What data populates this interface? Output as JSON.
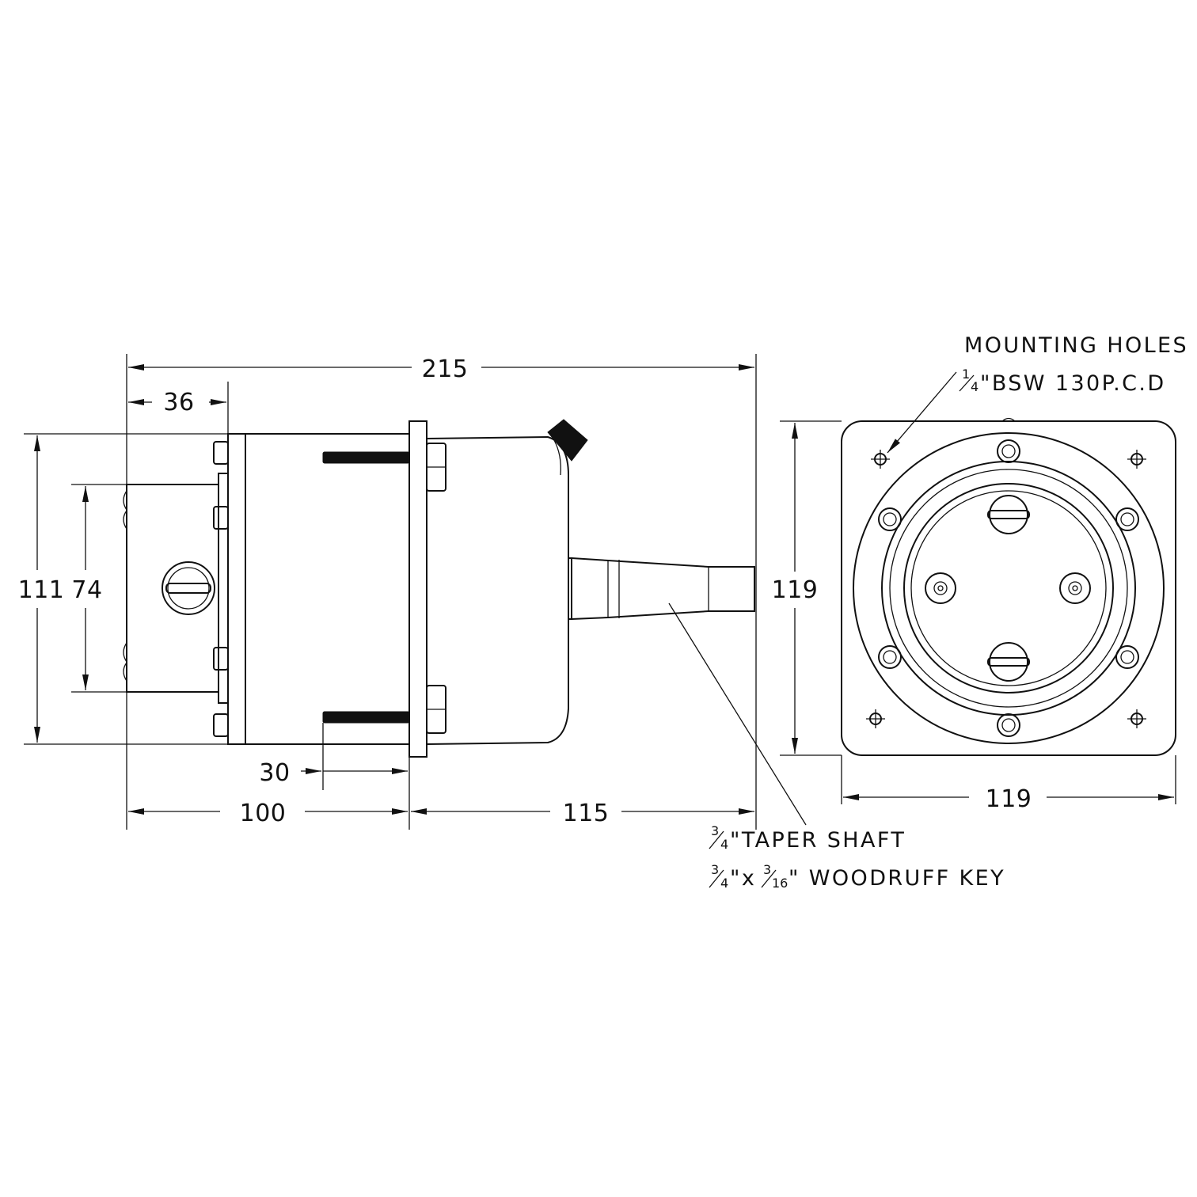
{
  "dimensions": {
    "overall_length": "215",
    "rear_housing_depth": "36",
    "body_height": "111",
    "rear_housing_height": "74",
    "flange_spacing": "30",
    "body_length": "100",
    "shaft_length": "115",
    "flange_height": "119",
    "flange_width": "119"
  },
  "notes": {
    "mounting_holes_line1": "MOUNTING HOLES",
    "mounting_holes_prefix": "1",
    "mounting_holes_prefix_den": "4",
    "mounting_holes_line2": "\"BSW 130P.C.D",
    "shaft_prefix_num": "3",
    "shaft_prefix_den": "4",
    "shaft_line1": "\"TAPER SHAFT",
    "key_a_num": "3",
    "key_a_den": "4",
    "key_mid": "\"x",
    "key_b_num": "3",
    "key_b_den": "16",
    "key_line2": "\" WOODRUFF KEY"
  }
}
